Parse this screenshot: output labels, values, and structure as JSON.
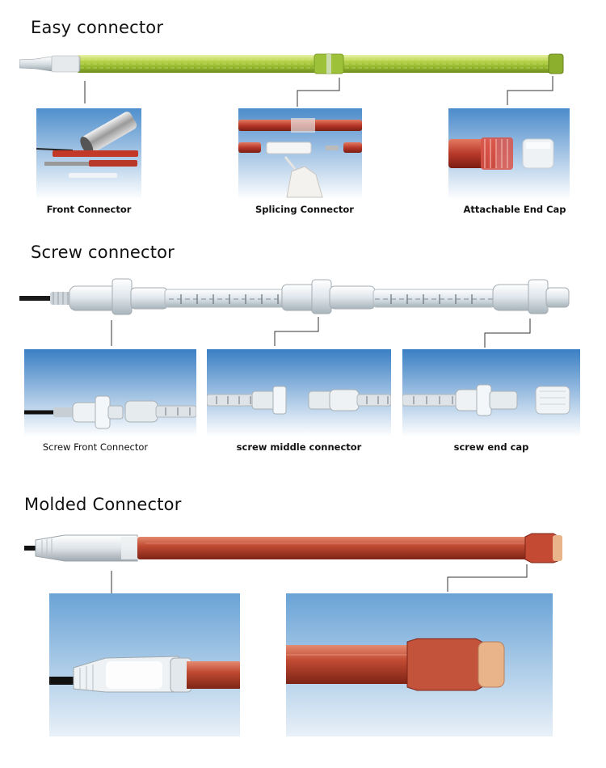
{
  "sections": {
    "easy": {
      "title": "Easy connector",
      "items": [
        {
          "label": "Front Connector"
        },
        {
          "label": "Splicing Connector"
        },
        {
          "label": "Attachable End Cap"
        }
      ]
    },
    "screw": {
      "title": "Screw connector",
      "items": [
        {
          "label": "Screw Front Connector"
        },
        {
          "label": "screw middle connector"
        },
        {
          "label": "screw end cap"
        }
      ]
    },
    "molded": {
      "title": "Molded Connector"
    }
  },
  "colors": {
    "green_tube": "#a8c83a",
    "red_tube": "#b8392a",
    "clear_tube": "#dfe6ec",
    "sky_top": "#3a7fc4",
    "sky_bottom": "#ffffff"
  }
}
